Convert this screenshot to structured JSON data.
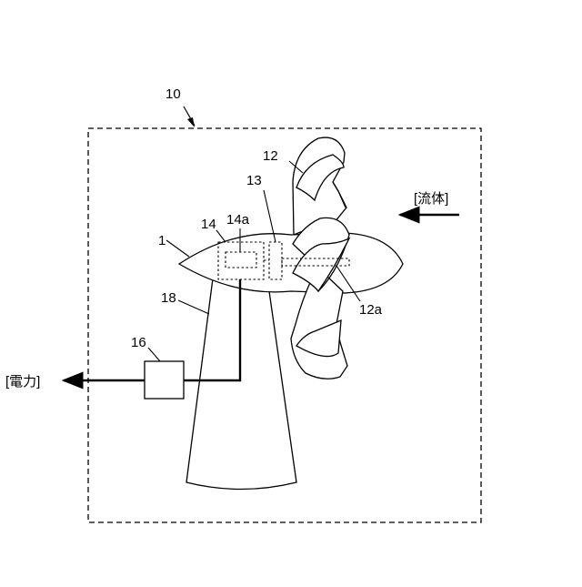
{
  "labels": {
    "system": "10",
    "nose": "1",
    "blade": "12",
    "gearbox": "13",
    "generator": "14",
    "generator_part": "14a",
    "shaft": "12a",
    "converter": "16",
    "tower": "18",
    "fluid": "[流体]",
    "power": "[電力]"
  },
  "colors": {
    "stroke": "#000000",
    "background": "#ffffff"
  }
}
